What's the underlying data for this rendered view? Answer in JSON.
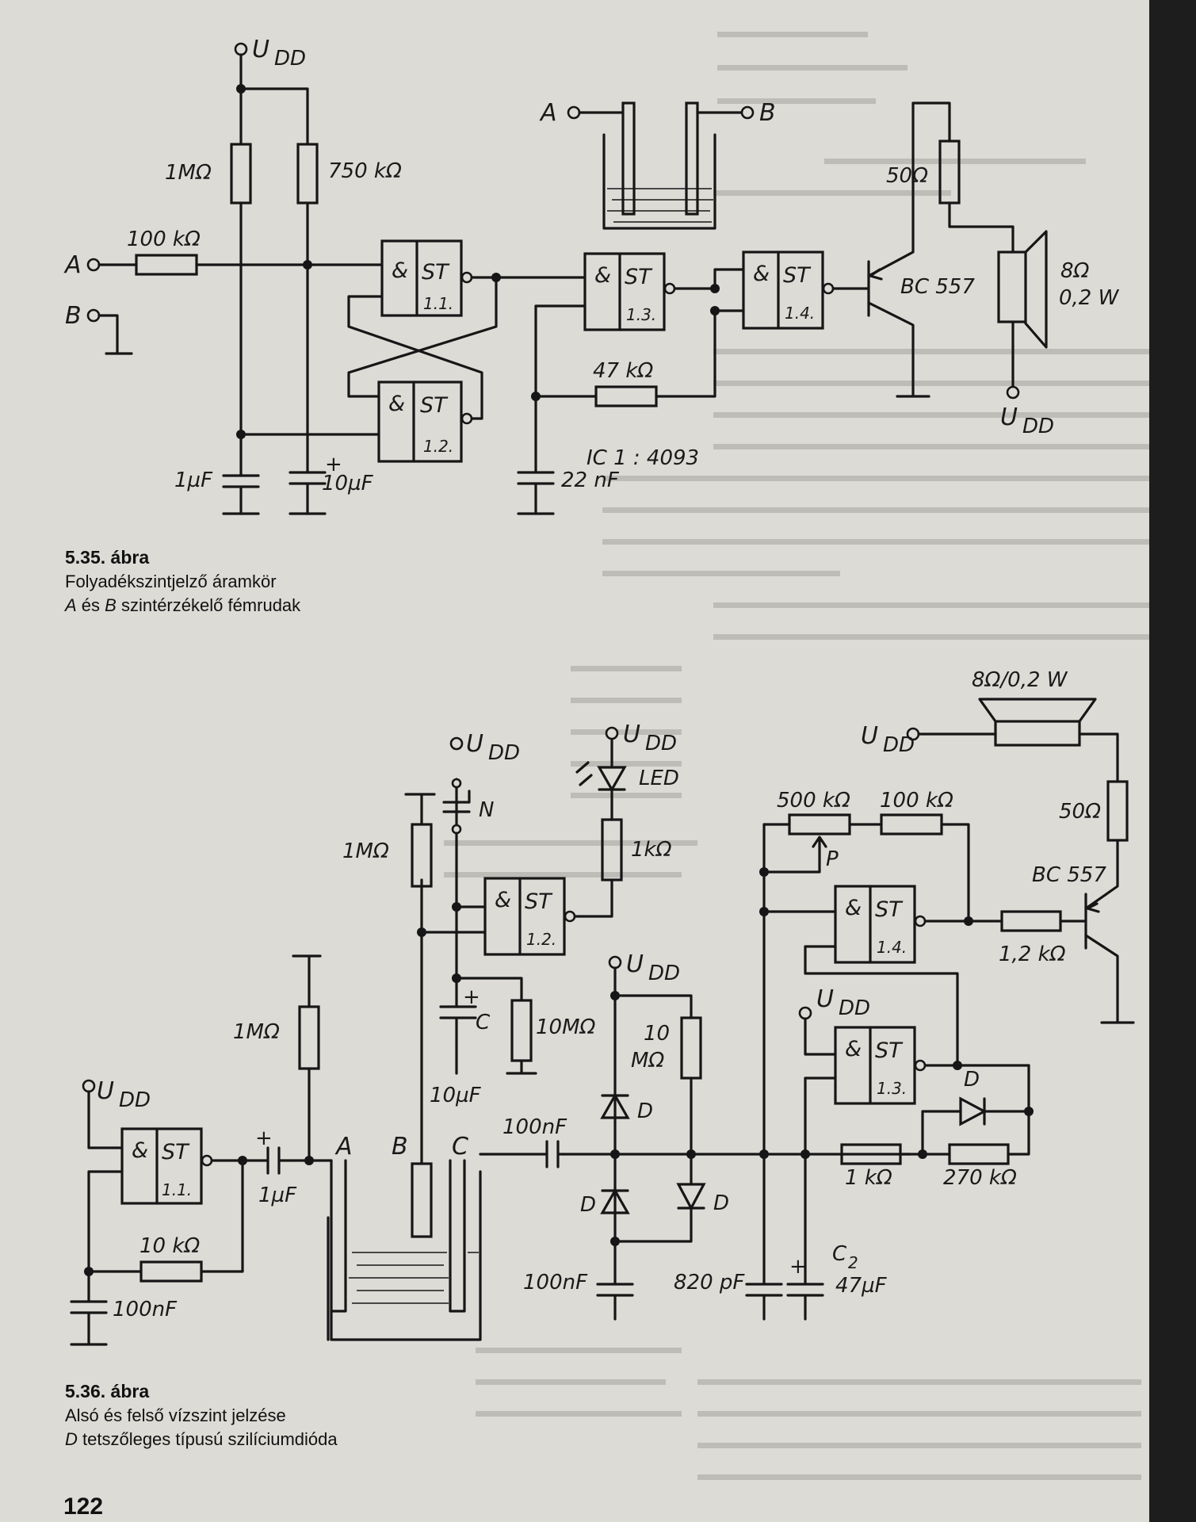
{
  "figure1": {
    "number": "5.35. ábra",
    "caption_line1": "Folyadékszintjelző áramkör",
    "caption_line2_italic": "A",
    "caption_line2_rest": " és ",
    "caption_line2_italic_b": "B",
    "caption_line2_end": " szintérzékelő fémrudak",
    "labels": {
      "udd_top": "U",
      "udd_sub": "DD",
      "r1": "1MΩ",
      "r2": "750 kΩ",
      "r_in": "100 kΩ",
      "in_a": "A",
      "in_b": "B",
      "probe_a": "A",
      "probe_b": "B",
      "gate_amp": "&",
      "gate_st": "ST",
      "g11": "1.1.",
      "g12": "1.2.",
      "g13": "1.3.",
      "g14": "1.4.",
      "r_fb": "47 kΩ",
      "c1": "1µF",
      "c2": "10µF",
      "c2_plus": "+",
      "c3": "22 nF",
      "r_base": "50Ω",
      "transistor": "BC 557",
      "spk_ohm": "8Ω",
      "spk_w": "0,2 W",
      "udd_spk": "U",
      "udd_spk_sub": "DD",
      "ic": "IC 1 : 4093"
    }
  },
  "figure2": {
    "number": "5.36. ábra",
    "caption_line1": "Alsó és felső vízszint jelzése",
    "caption_line2_italic": "D",
    "caption_line2_rest": " tetszőleges típusú szilíciumdióda",
    "labels": {
      "udd": "U",
      "udd_sub": "DD",
      "sw": "N",
      "led": "LED",
      "r_led": "1kΩ",
      "r_1m_top": "1MΩ",
      "r_1m_mid": "1MΩ",
      "c_10u": "10µF",
      "c_label": "C",
      "c_plus": "+",
      "r_10m": "10MΩ",
      "r_10m_b_1": "10",
      "r_10m_b_2": "MΩ",
      "diode": "D",
      "c_100n_top": "100nF",
      "c_100n_bot": "100nF",
      "c_100n_left": "100nF",
      "c_1u": "1µF",
      "c_1u_plus": "+",
      "r_10k": "10 kΩ",
      "probe_a": "A",
      "probe_b": "B",
      "probe_c": "C",
      "pot": "500 kΩ",
      "pot_p": "P",
      "r_100k": "100 kΩ",
      "r_1k2": "1,2 kΩ",
      "r_50": "50Ω",
      "transistor": "BC 557",
      "spk": "8Ω/0,2 W",
      "r_1k": "1 kΩ",
      "r_270k": "270 kΩ",
      "c_820p": "820 pF",
      "c2": "C",
      "c2_sub": "2",
      "c2_val": "47µF",
      "c2_plus": "+",
      "gate_amp": "&",
      "gate_st": "ST",
      "g11": "1.1.",
      "g12": "1.2.",
      "g13": "1.3.",
      "g14": "1.4."
    }
  },
  "page_number": "122",
  "colors": {
    "paper": "#dcdbd6",
    "ink": "#161616",
    "bg_text": "#b9b8b2"
  }
}
